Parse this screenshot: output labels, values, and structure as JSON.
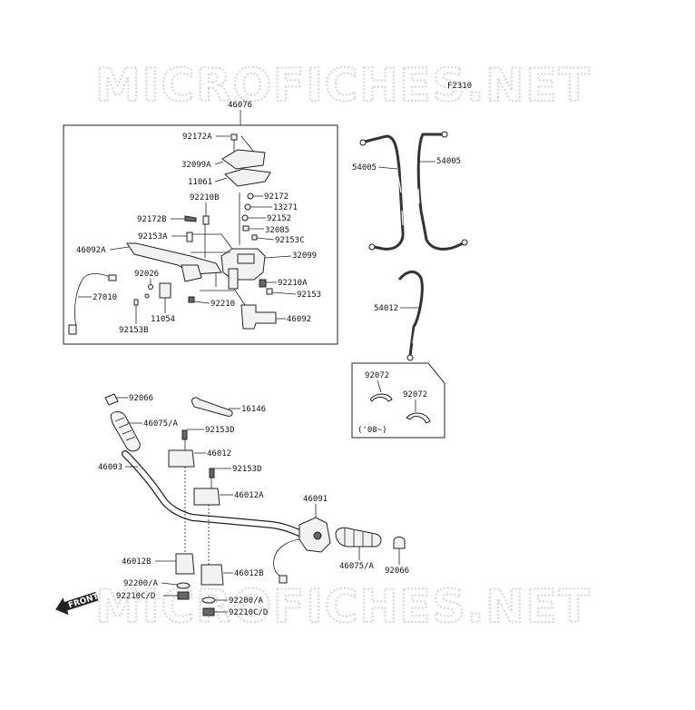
{
  "figure_code": "F2310",
  "watermark": "MICROFICHES.NET",
  "front_label": "FRONT",
  "year_note": "('08~)",
  "labels": {
    "p46076": "46076",
    "p92172A": "92172A",
    "p32099A": "32099A",
    "p11061": "11061",
    "p92210B": "92210B",
    "p92172": "92172",
    "p13271": "13271",
    "p92172B": "92172B",
    "p92152": "92152",
    "p32085": "32085",
    "p92153A": "92153A",
    "p92153C": "92153C",
    "p46092A": "46092A",
    "p32099": "32099",
    "p92026": "92026",
    "p92210A": "92210A",
    "p27010": "27010",
    "p92153": "92153",
    "p92210": "92210",
    "p11054": "11054",
    "p46092": "46092",
    "p92153B": "92153B",
    "p54005a": "54005",
    "p54005b": "54005",
    "p54012": "54012",
    "p92072a": "92072",
    "p92072b": "92072",
    "p92066a": "92066",
    "p16146": "16146",
    "p46075A_a": "46075/A",
    "p92153D_a": "92153D",
    "p46012": "46012",
    "p46003": "46003",
    "p92153D_b": "92153D",
    "p46012A": "46012A",
    "p46091": "46091",
    "p46012B_a": "46012B",
    "p46012B_b": "46012B",
    "p46075A_b": "46075/A",
    "p92066b": "92066",
    "p92200A_a": "92200/A",
    "p92210CD_a": "92210C/D",
    "p92200A_b": "92200/A",
    "p92210CD_b": "92210C/D"
  }
}
